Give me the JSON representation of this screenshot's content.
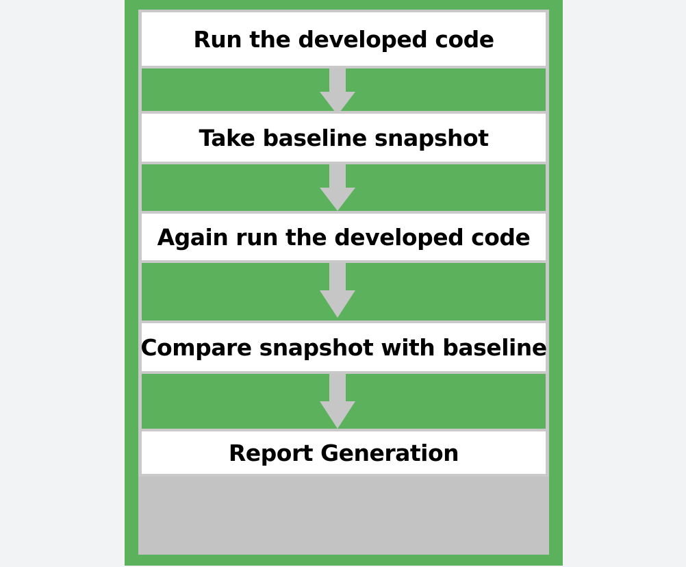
{
  "diagram": {
    "steps": [
      {
        "label": "Run the developed code"
      },
      {
        "label": "Take baseline snapshot"
      },
      {
        "label": "Again run the developed code"
      },
      {
        "label": "Compare snapshot with baseline"
      },
      {
        "label": "Report Generation"
      }
    ],
    "colors": {
      "frame": "#5bb15c",
      "box": "#ffffff",
      "box_border": "#c9c9c9",
      "arrow": "#c6c6c6",
      "bottom_panel": "#c3c3c3",
      "page_background": "#f2f3f5"
    }
  }
}
